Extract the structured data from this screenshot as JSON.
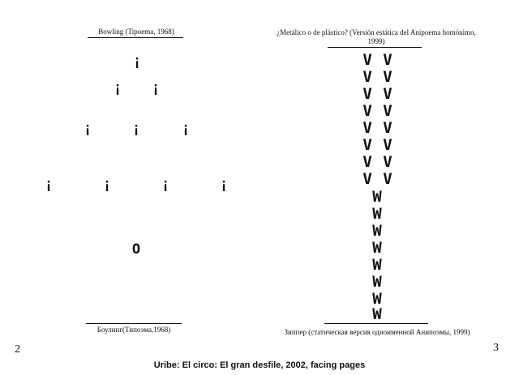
{
  "left_page": {
    "title": "Bowling (Tipoema, 1968)",
    "pin_glyph": "¡",
    "ball_glyph": "O",
    "subtitle": "Боулинг(Типоэма,1968)",
    "page_number": "2"
  },
  "right_page": {
    "title_line1": "¿Metálico o de plástico? (Versión estática del Anipoema homónimo,",
    "title_line2": "1999)",
    "v_rows": [
      "V V",
      "V V",
      "V V",
      "V V",
      "V V",
      "V V",
      "V V",
      "V V"
    ],
    "w_rows": [
      "W",
      "W",
      "W",
      "W",
      "W",
      "W",
      "W",
      "W"
    ],
    "subtitle": "Зиппер (статическая версия одноименной Анипоэмы, 1999)",
    "page_number": "3"
  },
  "source_line": "Uribe: El circo: El gran desfile, 2002, facing pages"
}
